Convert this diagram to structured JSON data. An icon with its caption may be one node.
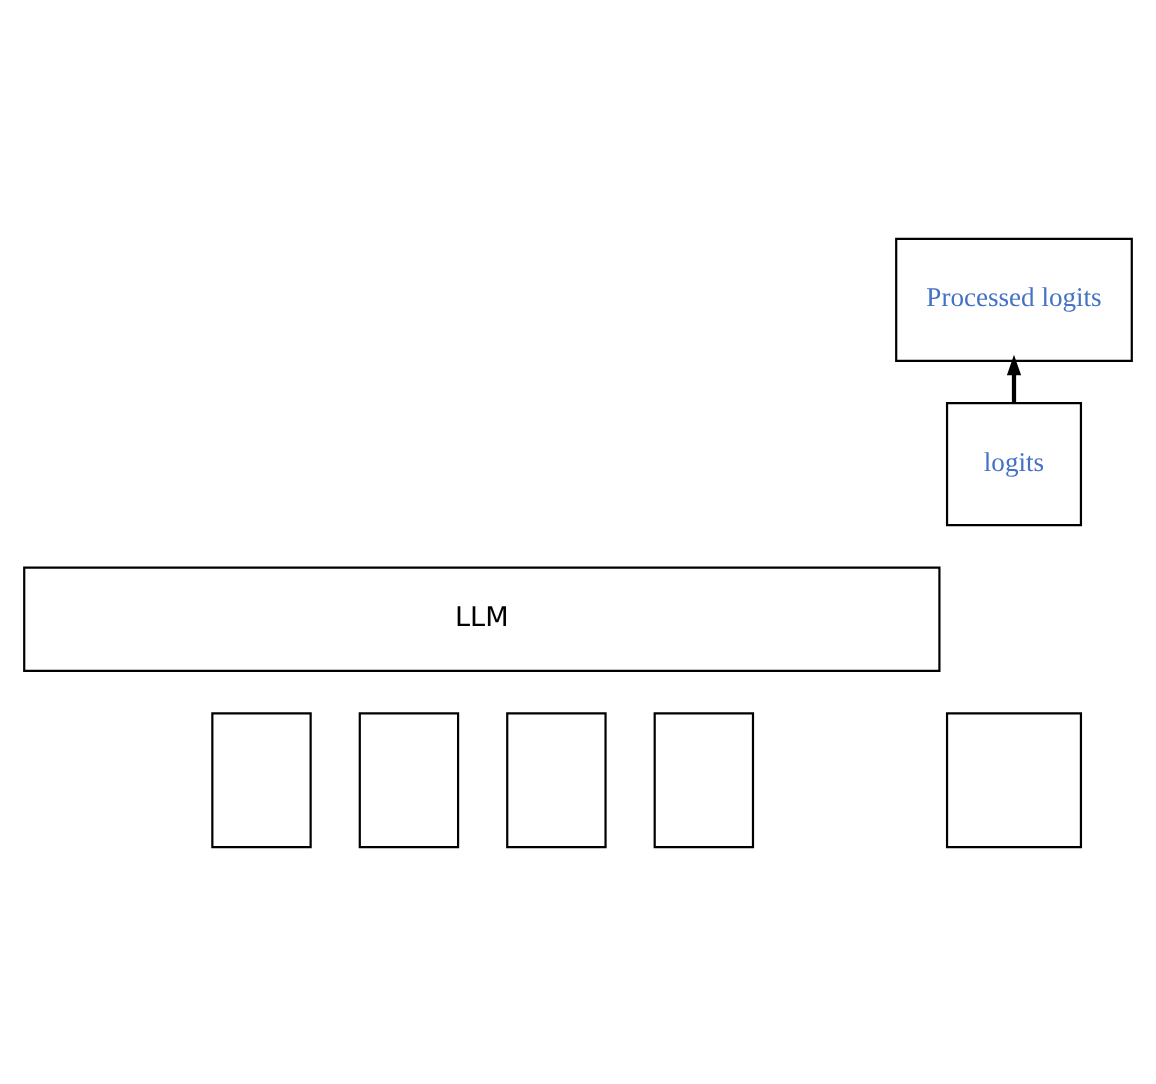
{
  "diagram": {
    "nodes": [
      {
        "text": [
          "Processed logits"
        ]
      },
      {
        "text": [
          "logits"
        ]
      },
      {
        "text": [
          "LLM"
        ]
      },
      {
        "text": [],
        "shape": "box"
      },
      {
        "text": [],
        "shape": "box"
      },
      {
        "text": [],
        "shape": "box"
      },
      {
        "text": [],
        "shape": "box"
      },
      {
        "text": [],
        "shape": "box"
      }
    ],
    "edges": [
      {
        "from": 1,
        "to": 0,
        "arrow": "to"
      }
    ]
  }
}
